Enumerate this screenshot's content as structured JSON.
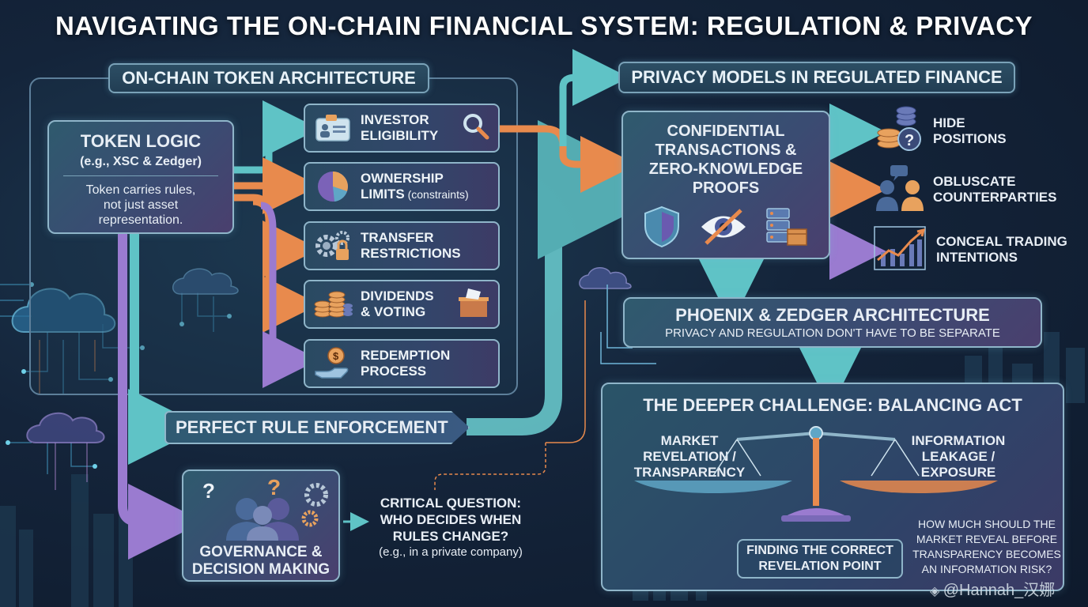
{
  "title": "NAVIGATING THE ON-CHAIN FINANCIAL SYSTEM: REGULATION & PRIVACY",
  "architecture": {
    "label": "ON-CHAIN TOKEN ARCHITECTURE",
    "token_logic": {
      "title": "TOKEN LOGIC",
      "subtitle": "(e.g., XSC & Zedger)",
      "body_line1": "Token carries rules,",
      "body_line2": "not just asset",
      "body_line3": "representation."
    },
    "items": [
      {
        "line1": "INVESTOR",
        "line2": "ELIGIBILITY",
        "line2_suffix": ""
      },
      {
        "line1": "OWNERSHIP",
        "line2": "LIMITS",
        "line2_suffix": " (constraints)"
      },
      {
        "line1": "TRANSFER",
        "line2": "RESTRICTIONS",
        "line2_suffix": ""
      },
      {
        "line1": "DIVIDENDS",
        "line2": "& VOTING",
        "line2_suffix": ""
      },
      {
        "line1": "REDEMPTION",
        "line2": "PROCESS",
        "line2_suffix": ""
      }
    ],
    "enforcement": "PERFECT RULE ENFORCEMENT"
  },
  "governance": {
    "line1": "GOVERNANCE &",
    "line2": "DECISION MAKING"
  },
  "critical_question": {
    "line1": "CRITICAL QUESTION:",
    "line2": "WHO DECIDES WHEN",
    "line3": "RULES CHANGE?",
    "line4": "(e.g., in a private company)"
  },
  "privacy": {
    "label": "PRIVACY MODELS IN REGULATED FINANCE",
    "confidential": {
      "line1": "CONFIDENTIAL",
      "line2": "TRANSACTIONS &",
      "line3": "ZERO-KNOWLEDGE",
      "line4": "PROOFS"
    },
    "outcomes": [
      {
        "line1": "HIDE",
        "line2": "POSITIONS"
      },
      {
        "line1": "OBLUSCATE",
        "line2": "COUNTERPARTIES"
      },
      {
        "line1": "CONCEAL TRADING",
        "line2": "INTENTIONS"
      }
    ]
  },
  "phoenix": {
    "title": "PHOENIX & ZEDGER ARCHITECTURE",
    "subtitle": "PRIVACY AND REGULATION DON'T HAVE TO BE SEPARATE"
  },
  "challenge": {
    "title": "THE DEEPER CHALLENGE: BALANCING ACT",
    "left_line1": "MARKET",
    "left_line2": "REVELATION /",
    "left_line3": "TRANSPARENCY",
    "right_line1": "INFORMATION",
    "right_line2": "LEAKAGE /",
    "right_line3": "EXPOSURE",
    "point_line1": "FINDING THE CORRECT",
    "point_line2": "REVELATION POINT",
    "question_line1": "HOW MUCH SHOULD THE",
    "question_line2": "MARKET REVEAL BEFORE",
    "question_line3": "TRANSPARENCY BECOMES",
    "question_line4": "AN INFORMATION RISK?"
  },
  "watermark": "@Hannah_汉娜",
  "colors": {
    "teal": "#5fc3c6",
    "orange": "#e88a4d",
    "purple": "#9a7bd0",
    "border": "#8fb5c9"
  }
}
